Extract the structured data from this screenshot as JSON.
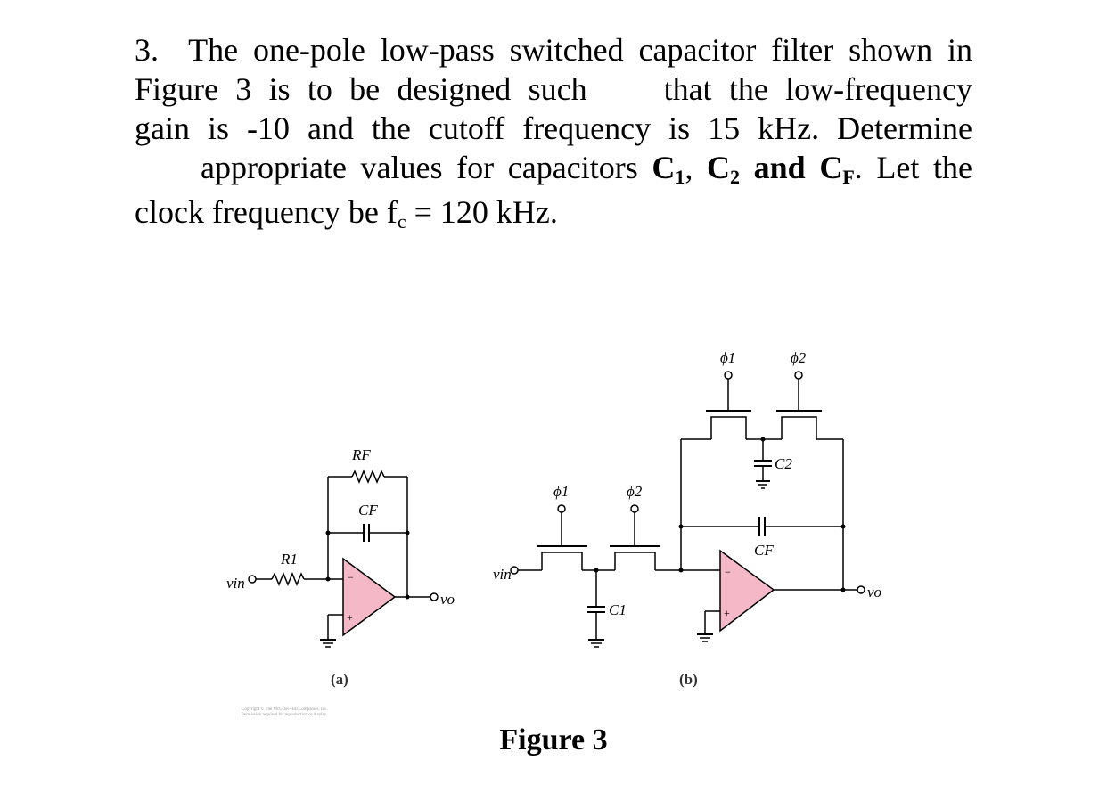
{
  "problem": {
    "number": "3.",
    "l1_text": "The one-pole low-pass switched capacitor filter shown in",
    "l2_a": "Figure 3 is to be designed such",
    "l2_b": "that the low-frequency",
    "l3": "gain is -10 and the cutoff frequency is 15 kHz. Determine",
    "l4_pre": "appropriate values for capacitors",
    "c1_main": "C",
    "c1_sub": "1",
    "sep1": ",",
    "c2_main": "C",
    "c2_sub": "2",
    "and_word": "and",
    "cf_main": "C",
    "cf_sub": "F",
    "l4_post": ". Let the",
    "l5_pre": "clock frequency be f",
    "l5_sub": "c",
    "l5_post": " = 120 kHz."
  },
  "figure": {
    "caption": "Figure 3",
    "part_a": {
      "label": "(a)",
      "rf": "RF",
      "cf": "CF",
      "r1": "R1",
      "vin": "vin",
      "vo": "vo",
      "minus": "−",
      "plus": "+",
      "copyright_line1": "Copyright © The McGraw-Hill Companies, Inc.",
      "copyright_line2": "Permission required for reproduction or display"
    },
    "part_b": {
      "label": "(b)",
      "vin": "vin",
      "vo": "vo",
      "phi1": "ϕ1",
      "phi2": "ϕ2",
      "c1": "C1",
      "c2": "C2",
      "cf": "CF",
      "minus": "−",
      "plus": "+"
    },
    "colors": {
      "opamp_fill": "#f4b8c6",
      "wire": "#000000"
    }
  }
}
